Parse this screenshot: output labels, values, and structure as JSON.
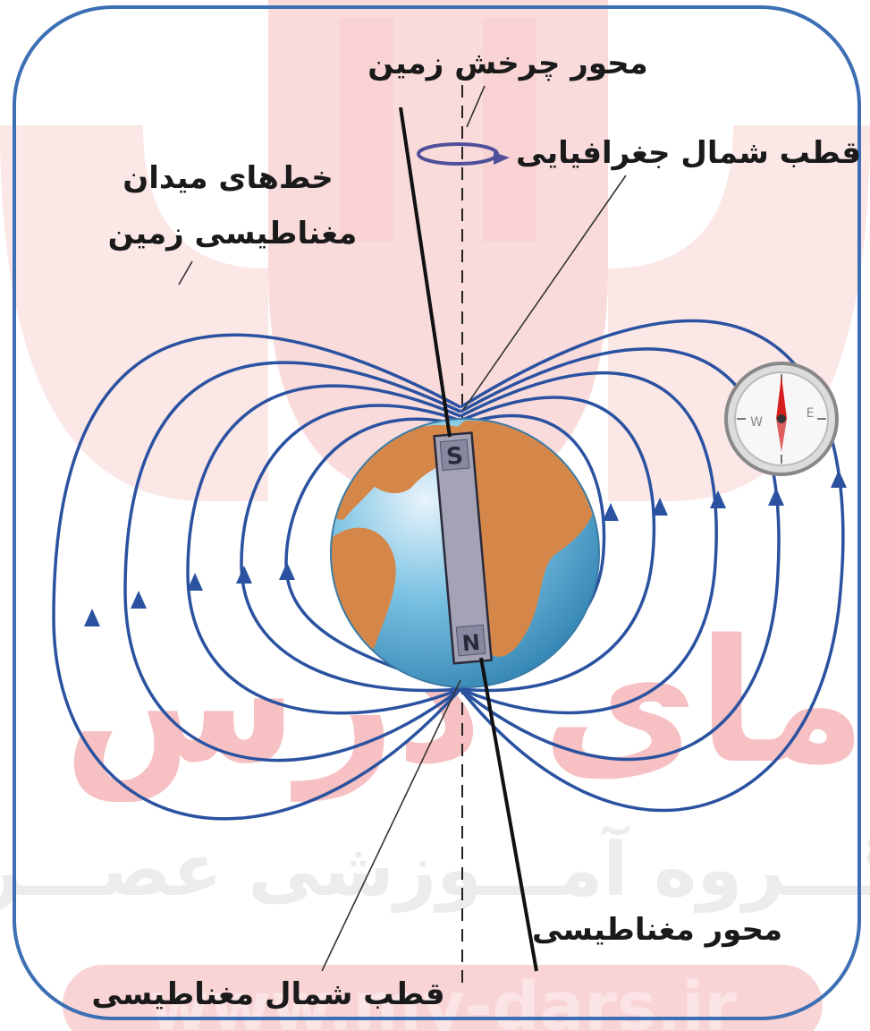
{
  "labels": {
    "rotation_axis": "محور چرخش زمین",
    "geographic_north": "قطب شمال جغرافیایی",
    "field_lines_line1": "خط‌های میدان",
    "field_lines_line2": "مغناطیسی زمین",
    "magnetic_axis": "محور مغناطیسی",
    "magnetic_north": "قطب شمال مغناطیسی"
  },
  "magnet": {
    "top_pole": "S",
    "bottom_pole": "N"
  },
  "compass": {
    "west": "W",
    "east": "E"
  },
  "watermark": {
    "line1": "مای درس",
    "line2": "گـــروه آمـــوزشی عصـــر",
    "url": "www.my-dars.ir"
  },
  "colors": {
    "field_line": "#2a52a0",
    "ocean": "#5cb0d8",
    "land": "#d5874a",
    "magnet": "#a3a3b5",
    "watermark": "#f2a7aa",
    "frame": "#3c6fb3",
    "needle_north": "#d62020"
  }
}
